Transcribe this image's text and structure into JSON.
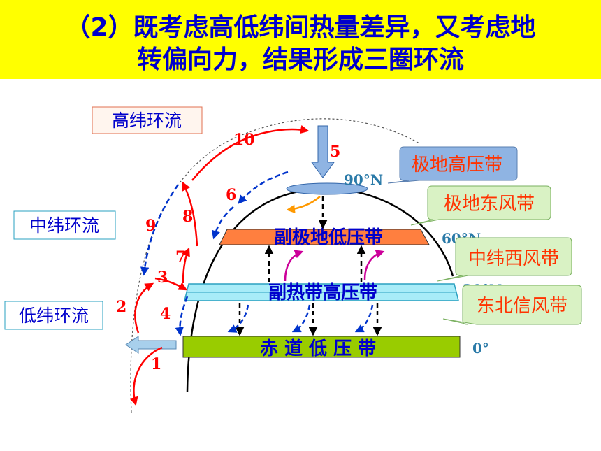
{
  "title": {
    "line1": "（2）既考虑高低纬间热量差异，又考虑地",
    "line2": "转偏向力，结果形成三圈环流"
  },
  "labels": {
    "high_lat": "高纬环流",
    "mid_lat": "中纬环流",
    "low_lat": "低纬环流"
  },
  "belts": {
    "subpolar_low": "副极地低压带",
    "subtropical_high": "副热带高压带",
    "equatorial_low": "赤 道 低 压 带"
  },
  "callouts": {
    "polar_high": "极地高压带",
    "polar_easterlies": "极地东风带",
    "westerlies": "中纬西风带",
    "ne_trades": "东北信风带"
  },
  "latitudes": {
    "lat90": "90°N",
    "lat60": "60°N",
    "lat30": "30°N",
    "lat0": "0°"
  },
  "numbers": [
    "1",
    "2",
    "3",
    "4",
    "5",
    "6",
    "7",
    "8",
    "9",
    "10"
  ],
  "colors": {
    "banner_bg": "#ffff00",
    "title_text": "#0000cc",
    "red_arrow": "#ff0000",
    "blue_arrow": "#0033cc",
    "subpolar_belt": "#ff7f3f",
    "subtropical_belt": "#a8ecf8",
    "equatorial_belt": "#99cc00",
    "callout_blue": "#8fb4e3",
    "callout_green": "#d9f2c4"
  }
}
